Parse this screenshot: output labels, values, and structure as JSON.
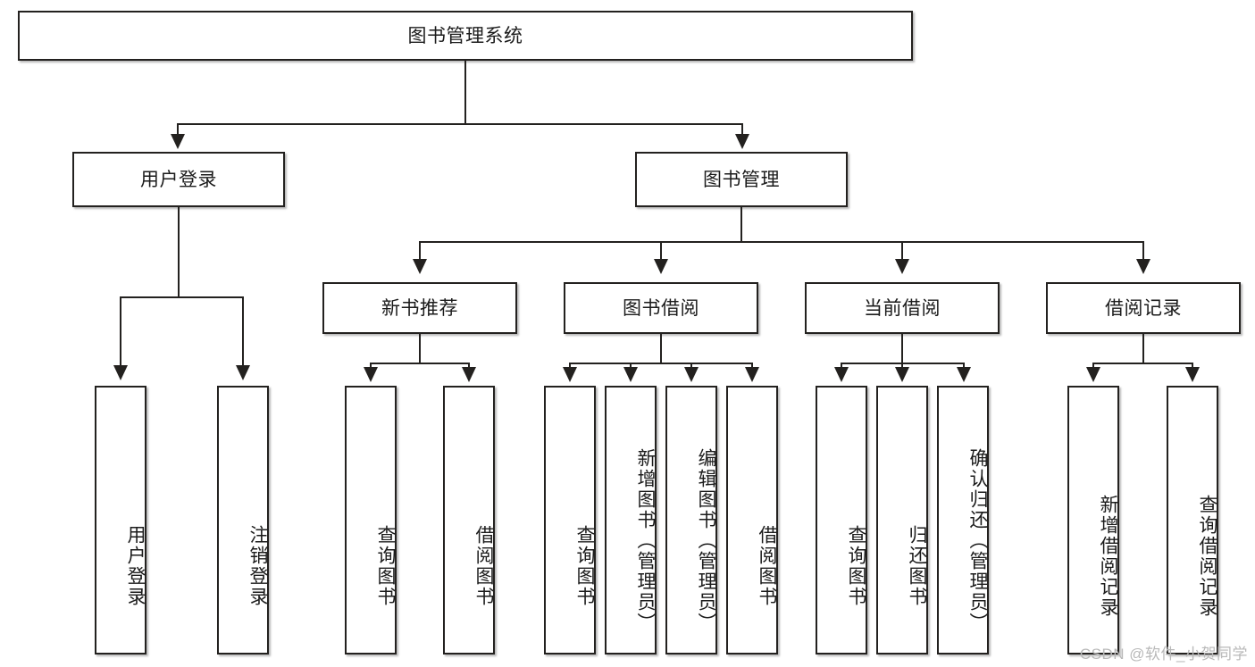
{
  "diagram": {
    "type": "tree",
    "title": "图书管理系统",
    "watermark": "CSDN @软件_小贺同学",
    "root": {
      "label": "图书管理系统"
    },
    "level2": [
      {
        "label": "用户登录"
      },
      {
        "label": "图书管理"
      }
    ],
    "level3": [
      {
        "label": "新书推荐"
      },
      {
        "label": "图书借阅"
      },
      {
        "label": "当前借阅"
      },
      {
        "label": "借阅记录"
      }
    ],
    "leaves": {
      "user_login": [
        {
          "label": "用户登录"
        },
        {
          "label": "注销登录"
        }
      ],
      "new_book_recommend": [
        {
          "label": "查询图书"
        },
        {
          "label": "借阅图书"
        }
      ],
      "book_borrow": [
        {
          "label": "查询图书"
        },
        {
          "label": "新增图书（管理员）"
        },
        {
          "label": "编辑图书（管理员）"
        },
        {
          "label": "借阅图书"
        }
      ],
      "current_borrow": [
        {
          "label": "查询图书"
        },
        {
          "label": "归还图书"
        },
        {
          "label": "确认归还（管理员）"
        }
      ],
      "borrow_record": [
        {
          "label": "新增借阅记录"
        },
        {
          "label": "查询借阅记录"
        }
      ]
    },
    "colors": {
      "stroke": "#23211f",
      "fill": "#ffffff",
      "text": "#1b1b1b",
      "watermark": "#b9b9b9"
    }
  }
}
